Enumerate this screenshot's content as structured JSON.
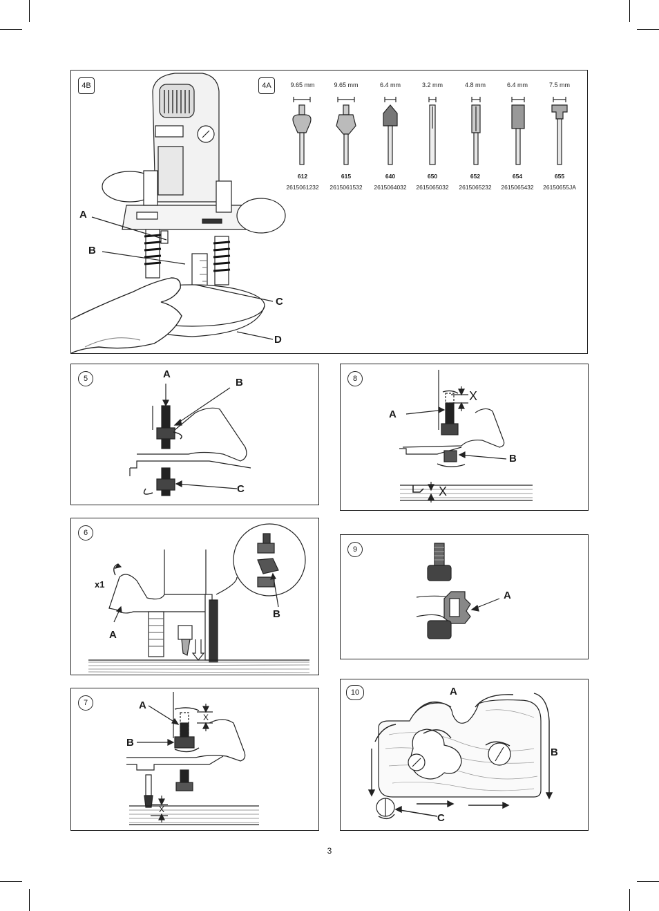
{
  "page_number": "3",
  "fig4": {
    "badge_b": "4B",
    "badge_a": "4A",
    "callouts": {
      "a": "A",
      "b": "B",
      "c": "C",
      "d": "D"
    },
    "bits": [
      {
        "size": "9.65 mm",
        "model": "612",
        "part": "2615061232"
      },
      {
        "size": "9.65 mm",
        "model": "615",
        "part": "2615061532"
      },
      {
        "size": "6.4 mm",
        "model": "640",
        "part": "2615064032"
      },
      {
        "size": "3.2 mm",
        "model": "650",
        "part": "2615065032"
      },
      {
        "size": "4.8 mm",
        "model": "652",
        "part": "2615065232"
      },
      {
        "size": "6.4 mm",
        "model": "654",
        "part": "2615065432"
      },
      {
        "size": "7.5 mm",
        "model": "655",
        "part": "26150655JA"
      }
    ]
  },
  "fig5": {
    "badge": "5",
    "callouts": {
      "a": "A",
      "b": "B",
      "c": "C"
    }
  },
  "fig6": {
    "badge": "6",
    "repeat": "x1",
    "callouts": {
      "a": "A",
      "b": "B"
    }
  },
  "fig7": {
    "badge": "7",
    "callouts": {
      "a": "A",
      "b": "B"
    },
    "dim": "X"
  },
  "fig8": {
    "badge": "8",
    "callouts": {
      "a": "A",
      "b": "B"
    },
    "dim": "X"
  },
  "fig9": {
    "badge": "9",
    "callouts": {
      "a": "A"
    }
  },
  "fig10": {
    "badge": "10",
    "callouts": {
      "a": "A",
      "b": "B",
      "c": "C"
    }
  }
}
